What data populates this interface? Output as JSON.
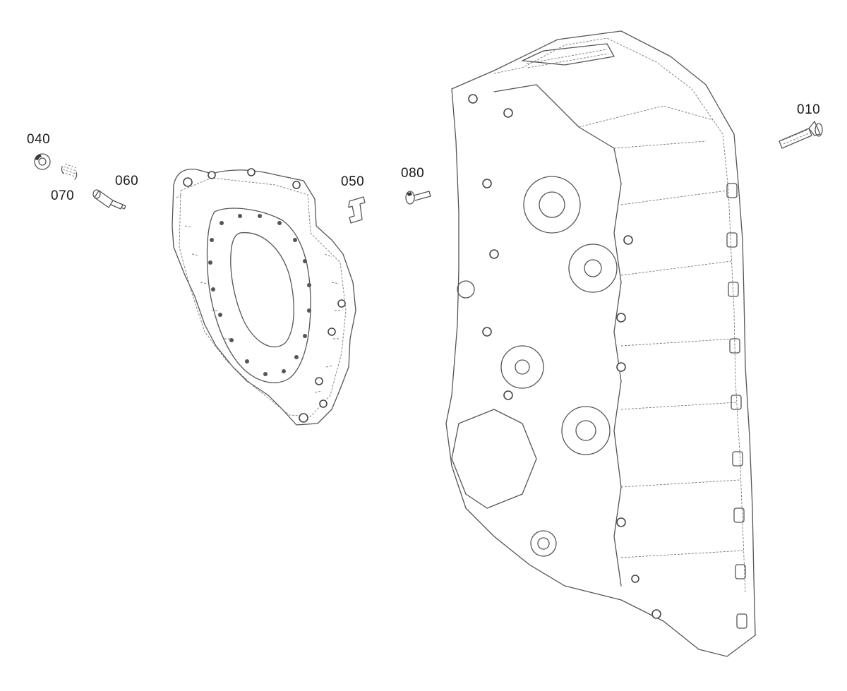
{
  "diagram": {
    "callouts": [
      {
        "id": "010",
        "label": "010"
      },
      {
        "id": "040",
        "label": "040"
      },
      {
        "id": "050",
        "label": "050"
      },
      {
        "id": "060",
        "label": "060"
      },
      {
        "id": "070",
        "label": "070"
      },
      {
        "id": "080",
        "label": "080"
      }
    ],
    "parts": [
      {
        "callout": "010",
        "icon": "tapered-plug-icon"
      },
      {
        "callout": "040",
        "icon": "nut-icon"
      },
      {
        "callout": "050",
        "icon": "bracket-clip-icon"
      },
      {
        "callout": "060",
        "icon": "cylinder-pin-icon"
      },
      {
        "callout": "070",
        "icon": "spring-icon"
      },
      {
        "callout": "080",
        "icon": "bolt-icon"
      }
    ]
  }
}
